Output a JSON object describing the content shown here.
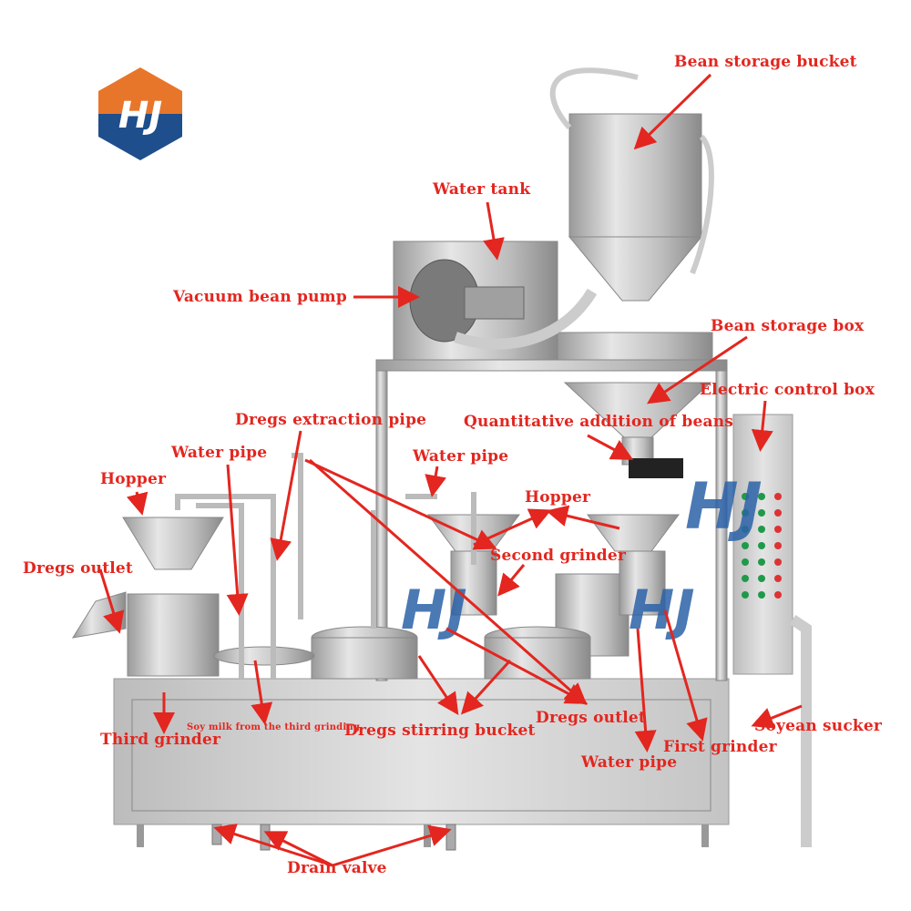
{
  "logo": {
    "text": "HJ",
    "colors": {
      "top": "#e8762a",
      "bottom": "#1f4e8c"
    }
  },
  "label_color": "#e3261f",
  "labels": {
    "bean_storage_bucket": "Bean storage bucket",
    "water_tank": "Water tank",
    "vacuum_bean_pump": "Vacuum bean pump",
    "bean_storage_box": "Bean storage box",
    "electric_control_box": "Electric control box",
    "dregs_extraction_pipe": "Dregs extraction pipe",
    "quantitative_addition": "Quantitative addition of beans",
    "water_pipe_left": "Water pipe",
    "water_pipe_center": "Water pipe",
    "water_pipe_bottom": "Water pipe",
    "hopper_left": "Hopper",
    "hopper_right": "Hopper",
    "dregs_outlet_left": "Dregs outlet",
    "dregs_outlet_right": "Dregs outlet",
    "second_grinder": "Second grinder",
    "third_grinder": "Third grinder",
    "first_grinder": "First grinder",
    "soy_milk_third": "Soy milk from the third grinding",
    "dregs_stirring_bucket": "Dregs stirring bucket",
    "soybean_sucker": "Soyean sucker",
    "drain_valve": "Drain valve"
  }
}
